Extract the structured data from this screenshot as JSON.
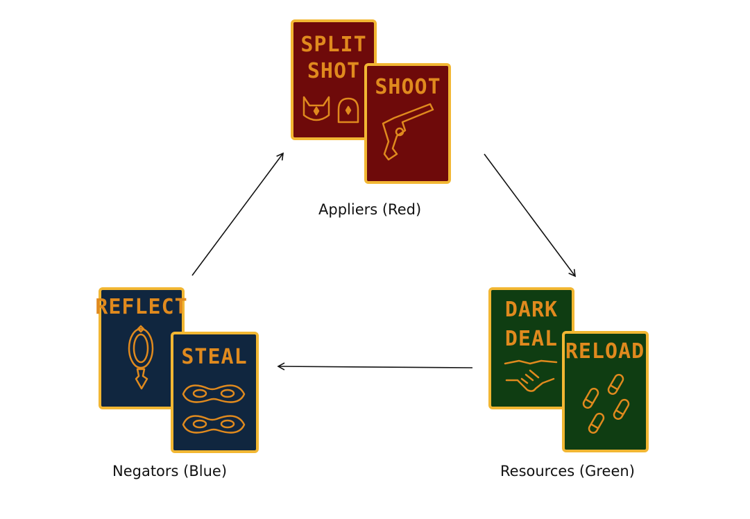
{
  "groups": {
    "red": {
      "label": "Appliers (Red)",
      "cards": [
        {
          "line1": "SPLIT",
          "line2": "SHOT",
          "icon": "cat-and-bell-icons"
        },
        {
          "line1": "SHOOT",
          "line2": "",
          "icon": "revolver-icon"
        }
      ]
    },
    "green": {
      "label": "Resources (Green)",
      "cards": [
        {
          "line1": "DARK",
          "line2": "DEAL",
          "icon": "handshake-icon"
        },
        {
          "line1": "RELOAD",
          "line2": "",
          "icon": "bullets-icon"
        }
      ]
    },
    "blue": {
      "label": "Negators (Blue)",
      "cards": [
        {
          "line1": "REFLECT",
          "line2": "",
          "icon": "mirror-icon"
        },
        {
          "line1": "STEAL",
          "line2": "",
          "icon": "masks-icon"
        }
      ]
    }
  },
  "colors": {
    "red_card": "#6e0a0a",
    "green_card": "#0f3d12",
    "blue_card": "#10263f",
    "card_border": "#f2b733",
    "ink": "#e08a1e",
    "arrow": "#111111"
  }
}
